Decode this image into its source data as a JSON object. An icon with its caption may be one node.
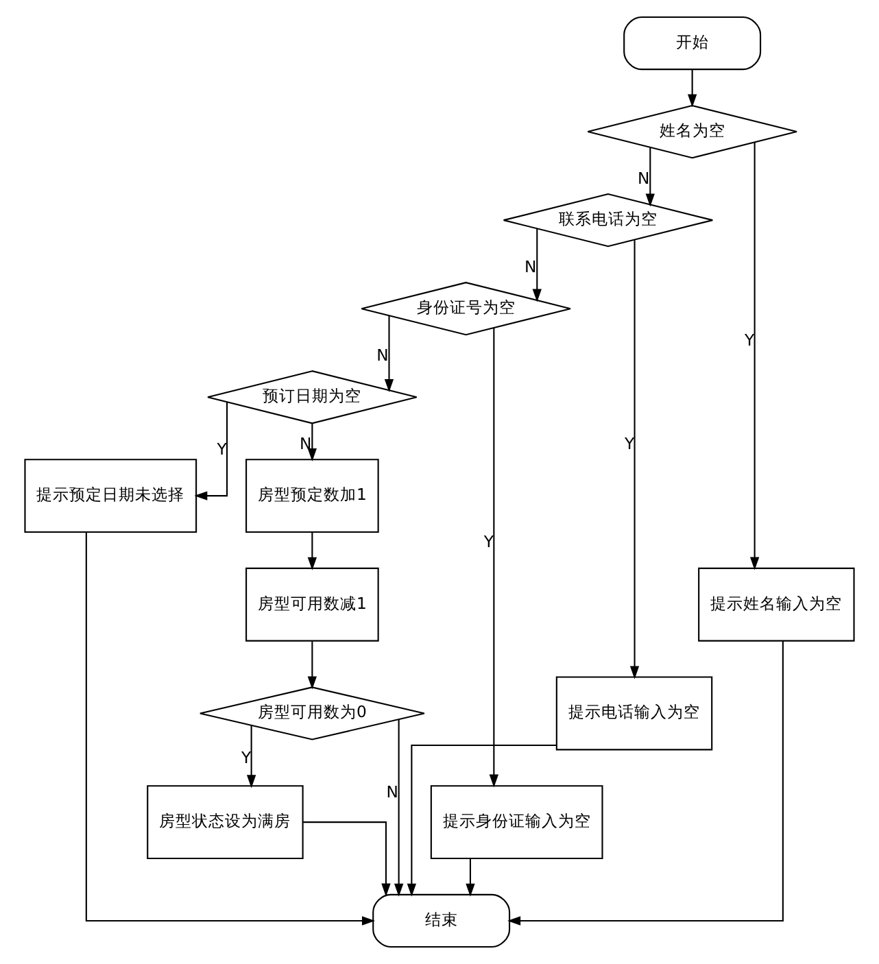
{
  "diagram": {
    "nodes": [
      {
        "text": [
          "开始"
        ]
      },
      {
        "text": [
          "姓名为空"
        ]
      },
      {
        "text": [
          "联系电话为空"
        ]
      },
      {
        "text": [
          "身份证号为空"
        ]
      },
      {
        "text": [
          "预订日期为空"
        ]
      },
      {
        "text": [
          "提示姓名输入为空"
        ]
      },
      {
        "text": [
          "提示电话输入为空"
        ]
      },
      {
        "text": [
          "提示身份证输入为空"
        ]
      },
      {
        "text": [
          "提示预定日期未选择"
        ]
      },
      {
        "text": [
          "房型预定数加1"
        ]
      },
      {
        "text": [
          "房型可用数减1"
        ]
      },
      {
        "text": [
          "房型可用数为0"
        ]
      },
      {
        "text": [
          "房型状态设为满房"
        ]
      },
      {
        "text": [
          "结束"
        ]
      }
    ],
    "edges": [
      {
        "from": 0,
        "to": 1,
        "arrow": "to"
      },
      {
        "from": 1,
        "to": 2,
        "arrow": "to",
        "label": "N"
      },
      {
        "from": 1,
        "to": 5,
        "arrow": "to",
        "label": "Y"
      },
      {
        "from": 2,
        "to": 3,
        "arrow": "to",
        "label": "N"
      },
      {
        "from": 2,
        "to": 6,
        "arrow": "to",
        "label": "Y"
      },
      {
        "from": 3,
        "to": 4,
        "arrow": "to",
        "label": "N"
      },
      {
        "from": 3,
        "to": 7,
        "arrow": "to",
        "label": "Y"
      },
      {
        "from": 4,
        "to": 8,
        "arrow": "to",
        "label": "Y"
      },
      {
        "from": 4,
        "to": 9,
        "arrow": "to",
        "label": "N"
      },
      {
        "from": 9,
        "to": 10,
        "arrow": "to"
      },
      {
        "from": 10,
        "to": 11,
        "arrow": "to"
      },
      {
        "from": 11,
        "to": 12,
        "arrow": "to",
        "label": "Y"
      },
      {
        "from": 11,
        "to": 13,
        "arrow": "to",
        "label": "N"
      },
      {
        "from": 5,
        "to": 13,
        "arrow": "to"
      },
      {
        "from": 6,
        "to": 13,
        "arrow": "to"
      },
      {
        "from": 7,
        "to": 13,
        "arrow": "to"
      },
      {
        "from": 8,
        "to": 13,
        "arrow": "to"
      },
      {
        "from": 12,
        "to": 13,
        "arrow": "to"
      }
    ]
  }
}
